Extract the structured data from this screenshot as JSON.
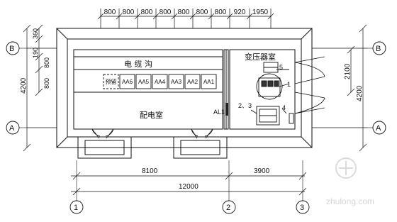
{
  "top_dimensions": [
    "800",
    "800",
    "800",
    "800",
    "800",
    "800",
    "800",
    "920",
    "1950"
  ],
  "left_dimensions": {
    "outer": "4200",
    "d1": "360",
    "d2": "190",
    "d3": "800",
    "d4": "800"
  },
  "right_dimensions": {
    "d1": "2100",
    "outer": "4200"
  },
  "bottom_dimensions": {
    "left": "8100",
    "right": "3900",
    "total": "12000"
  },
  "axes": {
    "row_top": "B",
    "row_bottom": "A",
    "col_1": "1",
    "col_2": "2",
    "col_3": "3"
  },
  "rooms": {
    "cable_trench": "电 缆 沟",
    "distribution_room": "配电室",
    "transformer_room": "变压器室"
  },
  "cabinets": [
    "预留",
    "AA6",
    "AA5",
    "AA4",
    "AA3",
    "AA2",
    "AA1"
  ],
  "panel_label": "AL1",
  "callouts": {
    "n1": "1",
    "n23": "2、3",
    "n4": "4",
    "n5": "5"
  },
  "watermark": "zhulong.com"
}
